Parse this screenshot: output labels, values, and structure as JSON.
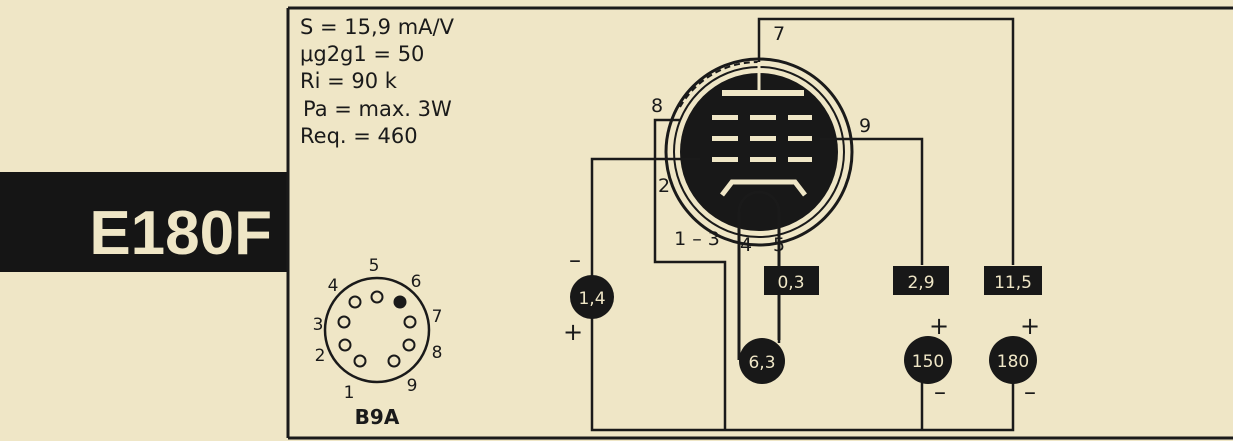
{
  "tube_name": "E180F",
  "specs": [
    "S = 15,9 mA/V",
    "μg2g1 = 50",
    "Ri = 90 k",
    "Pa = max. 3W",
    "Req. = 460"
  ],
  "socket": {
    "type": "B9A",
    "pins": [
      "1",
      "2",
      "3",
      "4",
      "5",
      "6",
      "7",
      "8",
      "9"
    ]
  },
  "pin_labels": {
    "p7": "7",
    "p8": "8",
    "p9": "9",
    "p2": "2",
    "p13": "1 – 3",
    "p4": "4",
    "p5": "5"
  },
  "currents": {
    "heater": "0,3",
    "g2": "2,9",
    "anode": "11,5"
  },
  "voltages": {
    "g1_bias": "1,4",
    "heater": "6,3",
    "g2": "150",
    "anode": "180"
  },
  "polarity": {
    "plus": "+",
    "minus": "–"
  },
  "colors": {
    "paper": "#efe6c6",
    "ink": "#1a1a1a"
  }
}
